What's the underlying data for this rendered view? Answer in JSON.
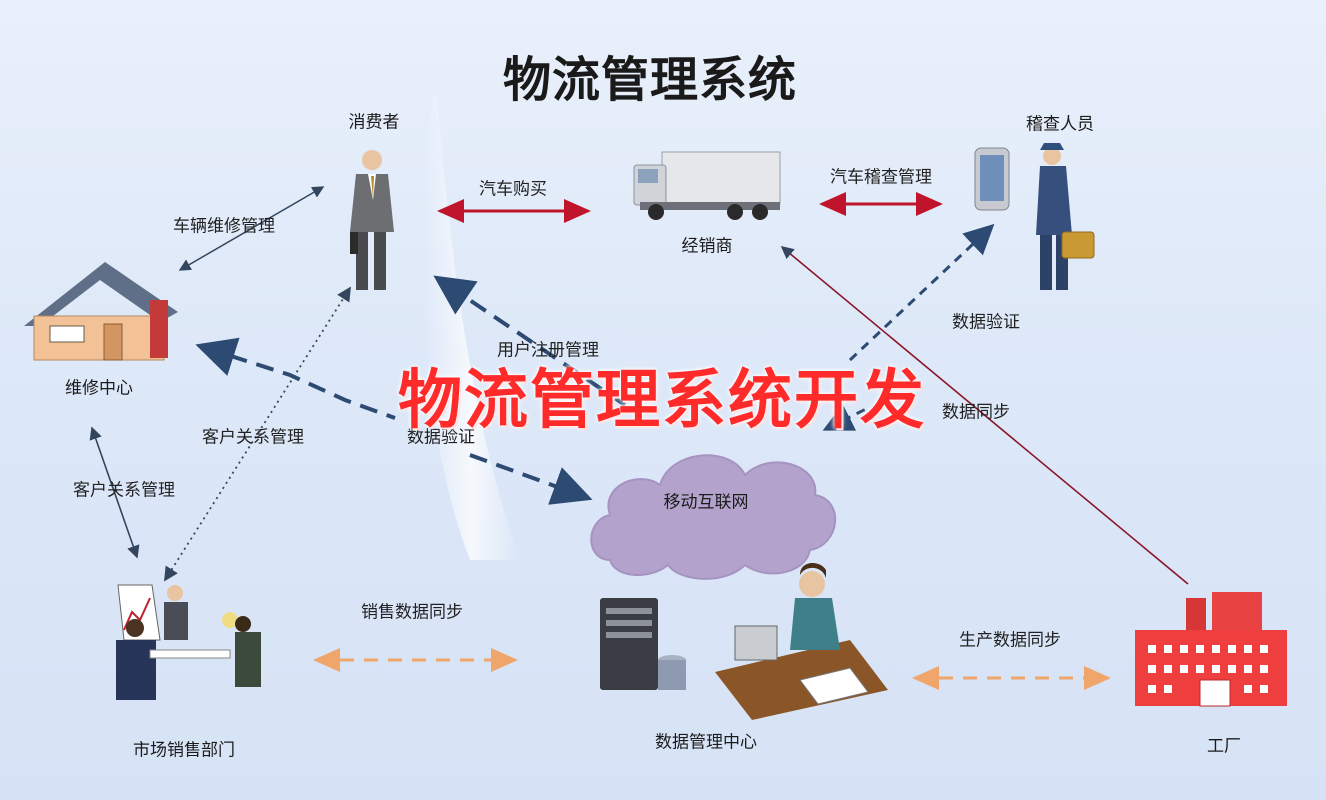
{
  "title": "物流管理系统",
  "overlay_title": "物流管理系统开发",
  "nodes": {
    "consumer": "消费者",
    "dealer": "经销商",
    "inspector": "稽查人员",
    "repair_center": "维修中心",
    "mobile_internet": "移动互联网",
    "sales_dept": "市场销售部门",
    "data_center": "数据管理中心",
    "factory": "工厂"
  },
  "edges": {
    "car_purchase": "汽车购买",
    "car_inspection": "汽车稽查管理",
    "vehicle_repair": "车辆维修管理",
    "user_registration": "用户注册管理",
    "data_verification_right": "数据验证",
    "data_sync": "数据同步",
    "customer_relation_mid": "客户关系管理",
    "data_verification_mid": "数据验证",
    "customer_relation_left": "客户关系管理",
    "sales_data_sync": "销售数据同步",
    "production_data_sync": "生产数据同步"
  },
  "colors": {
    "bidirectional_red": "#c0142c",
    "dashed_navy": "#2c4a72",
    "dashed_orange": "#f0a56a",
    "overlay_red": "#ff2b2b"
  }
}
